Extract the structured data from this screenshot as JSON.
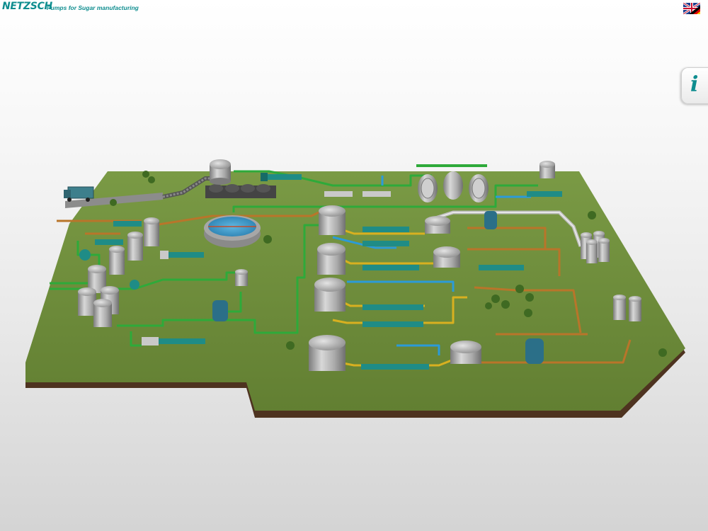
{
  "header": {
    "brand": "NETZSCH",
    "tagline": "Pumps for Sugar manufacturing"
  },
  "language_toggle": {
    "icon": "uk-de-flag-icon"
  },
  "info_button": {
    "label": "i",
    "icon": "info-icon"
  },
  "colors": {
    "brand": "#0e8d8f",
    "ground": "#6f8f3a",
    "ground_edge": "#5a3b22",
    "pipe_green": "#2eaa3a",
    "pipe_yellow": "#d8b020",
    "pipe_blue": "#2b9bd8",
    "pipe_brown": "#b9752a",
    "pump_teal": "#1f8c86",
    "tank_grey": "#b8b8b8"
  }
}
